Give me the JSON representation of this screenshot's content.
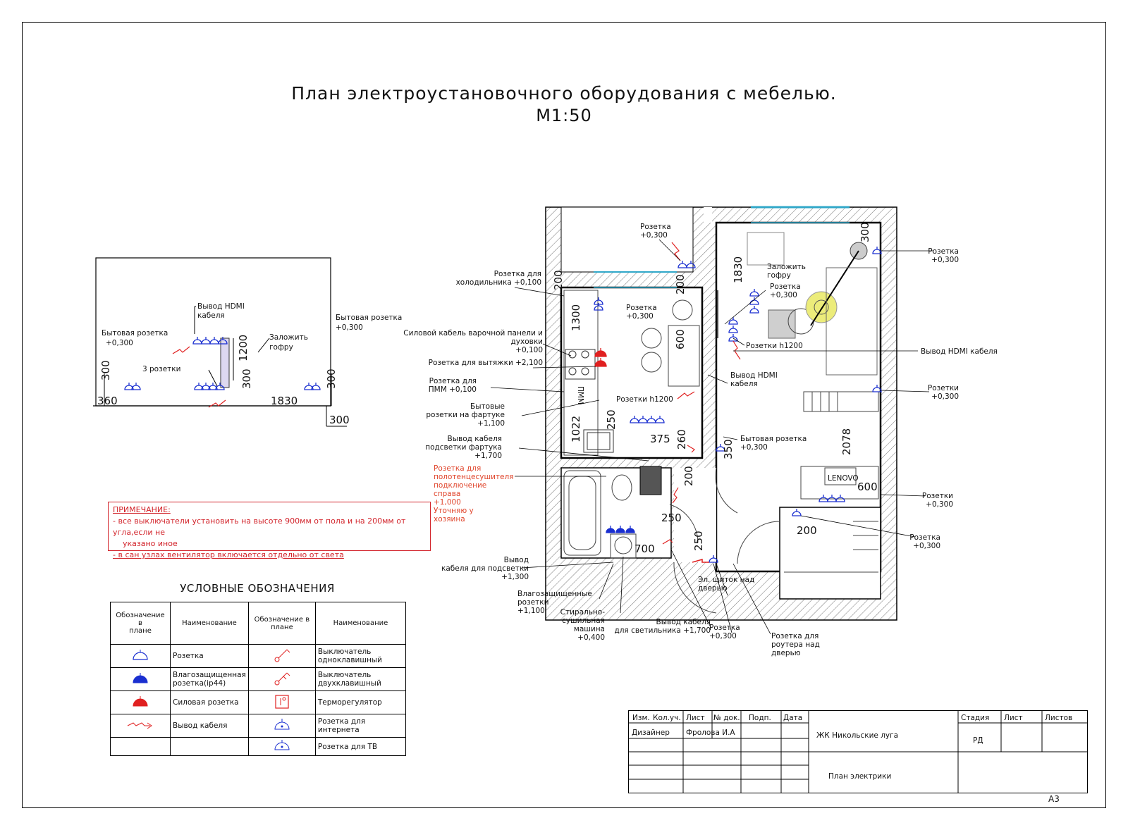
{
  "title": {
    "line1": "План электроустановочного оборудования с мебелью.",
    "line2": "М1:50"
  },
  "elevation": {
    "hdmi": "Вывод HDMI\nкабеля",
    "left_socket": "Бытовая розетка\n+0,300",
    "right_socket": "Бытовая розетка\n+0,300",
    "corrugation": "Заложить\nгофру",
    "three_sockets": "3 розетки",
    "d300a": "300",
    "d360": "360",
    "d1200": "1200",
    "d300b": "300",
    "d1830": "1830",
    "d300c": "300",
    "d300d": "300"
  },
  "plan_labels": {
    "fridge": "Розетка для\nхолодильника +0,100",
    "balcony": "Розетка\n+0,300",
    "hob": "Силовой кабель варочной панели и\nдуховки\n+0,100",
    "hood": "Розетка для вытяжки +2,100",
    "dishwasher": "Розетка для\nПММ +0,100",
    "apron": "Бытовые\nрозетки на фартуке\n+1,100",
    "backlight": "Вывод кабеля\nподсветки фартука\n+1,700",
    "towel": "Розетка для\nполотенцесушителя\nподключение\nсправа\n+1,000\nУточняю у\nхозяина",
    "mirror": "Вывод\nкабеля для подсветки\n+1,300",
    "wet": "Влагозащищенные\nрозетки\n+1,100",
    "washer": "Стирально-\nсушильная\nмашина\n+0,400",
    "light": "Вывод кабеля\nдля светильника +1,700",
    "hall_socket": "Розетка\n+0,300",
    "panel": "Эл. щиток над\nдверью",
    "router": "Розетка для\nроутера над\nдверью",
    "kitchen_socket": "Розетка\n+0,300",
    "corr": "Заложить\nгофру",
    "room_socket": "Розетка\n+0,300",
    "h1200a": "Розетки h1200",
    "h1200b": "Розетки h1200",
    "hdmi_room": "Вывод HDMI\nкабеля",
    "household": "Бытовая розетка\n+0,300",
    "r_right1": "Розетка\n+0,300",
    "hdmi_right": "Вывод HDMI кабеля",
    "r_right2": "Розетки\n+0,300",
    "r_right3": "Розетки\n+0,300",
    "r_right4": "Розетка\n+0,300",
    "lenovo": "LENOVO",
    "pmm": "ПММ",
    "dims": {
      "d200a": "200",
      "d200b": "200",
      "d1300": "1300",
      "d600a": "600",
      "d1830": "1830",
      "d300": "300",
      "d1022": "1022",
      "d250a": "250",
      "d375": "375",
      "d260": "260",
      "d350": "350",
      "d2078": "2078",
      "d600b": "600",
      "d200c": "200",
      "d250b": "250",
      "d700": "700",
      "d250c": "250",
      "d200d": "200"
    }
  },
  "note": {
    "heading": "ПРИМЕЧАНИЕ:",
    "line1": "- все выключатели установить на высоте 900мм от пола и на 200мм от угла,если не",
    "line2": "указано иное",
    "line3": "- в сан узлах вентилятор включается отдельно от света"
  },
  "legend": {
    "title": "УСЛОВНЫЕ ОБОЗНАЧЕНИЯ",
    "col1": "Обозначение в\nплане",
    "col2": "Наименование",
    "col3": "Обозначение в\nплане",
    "col4": "Наименование",
    "rows": [
      {
        "left": "Розетка",
        "right": "Выключатель\nодноклавишный"
      },
      {
        "left": "Влагозащищенная\nрозетка(ip44)",
        "right": "Выключатель двухклавишный"
      },
      {
        "left": "Силовая розетка",
        "right": "Терморегулятор"
      },
      {
        "left": "Вывод кабеля",
        "right": "Розетка для\nинтернета"
      },
      {
        "left": "",
        "right": "Розетка для ТВ"
      }
    ]
  },
  "stamp": {
    "izm": "Изм.",
    "kol": "Кол.уч.",
    "list": "Лист",
    "ndok": "№ док.",
    "podp": "Подп.",
    "data": "Дата",
    "designer": "Дизайнер",
    "name": "Фролова И.А",
    "project": "ЖК Никольские луга",
    "sheet_title": "План электрики",
    "stage": "Стадия",
    "sheet": "Лист",
    "sheets": "Листов",
    "stage_val": "РД"
  },
  "format": "А3",
  "colors": {
    "red": "#e0452c",
    "blue": "#1a2fd0",
    "cyan": "#31a8c9",
    "note_red": "#d2232a"
  }
}
